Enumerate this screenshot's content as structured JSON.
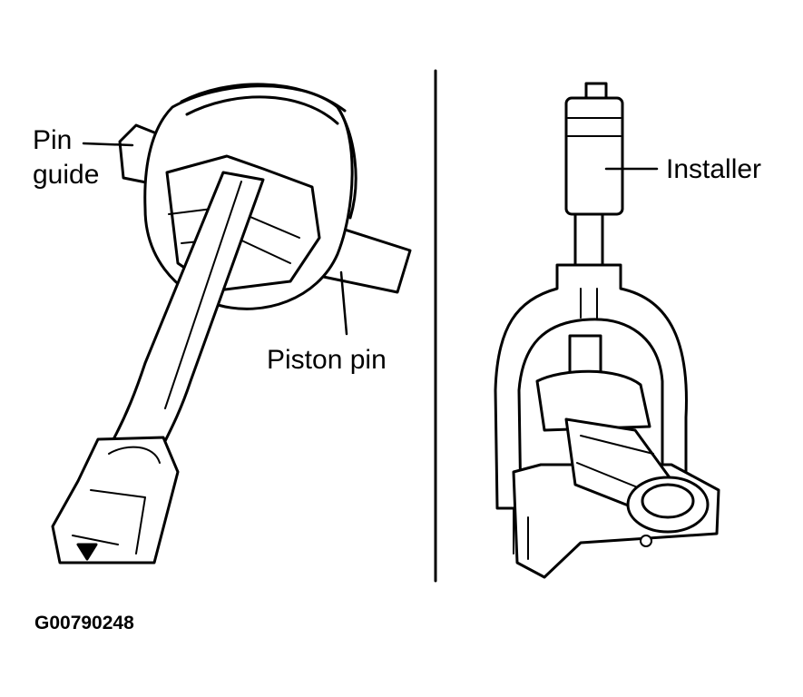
{
  "labels": {
    "pin_guide_line1": "Pin",
    "pin_guide_line2": "guide",
    "piston_pin": "Piston pin",
    "installer": "Installer"
  },
  "figure_id": "G00790248",
  "colors": {
    "ink": "#000000",
    "paper": "#ffffff"
  }
}
